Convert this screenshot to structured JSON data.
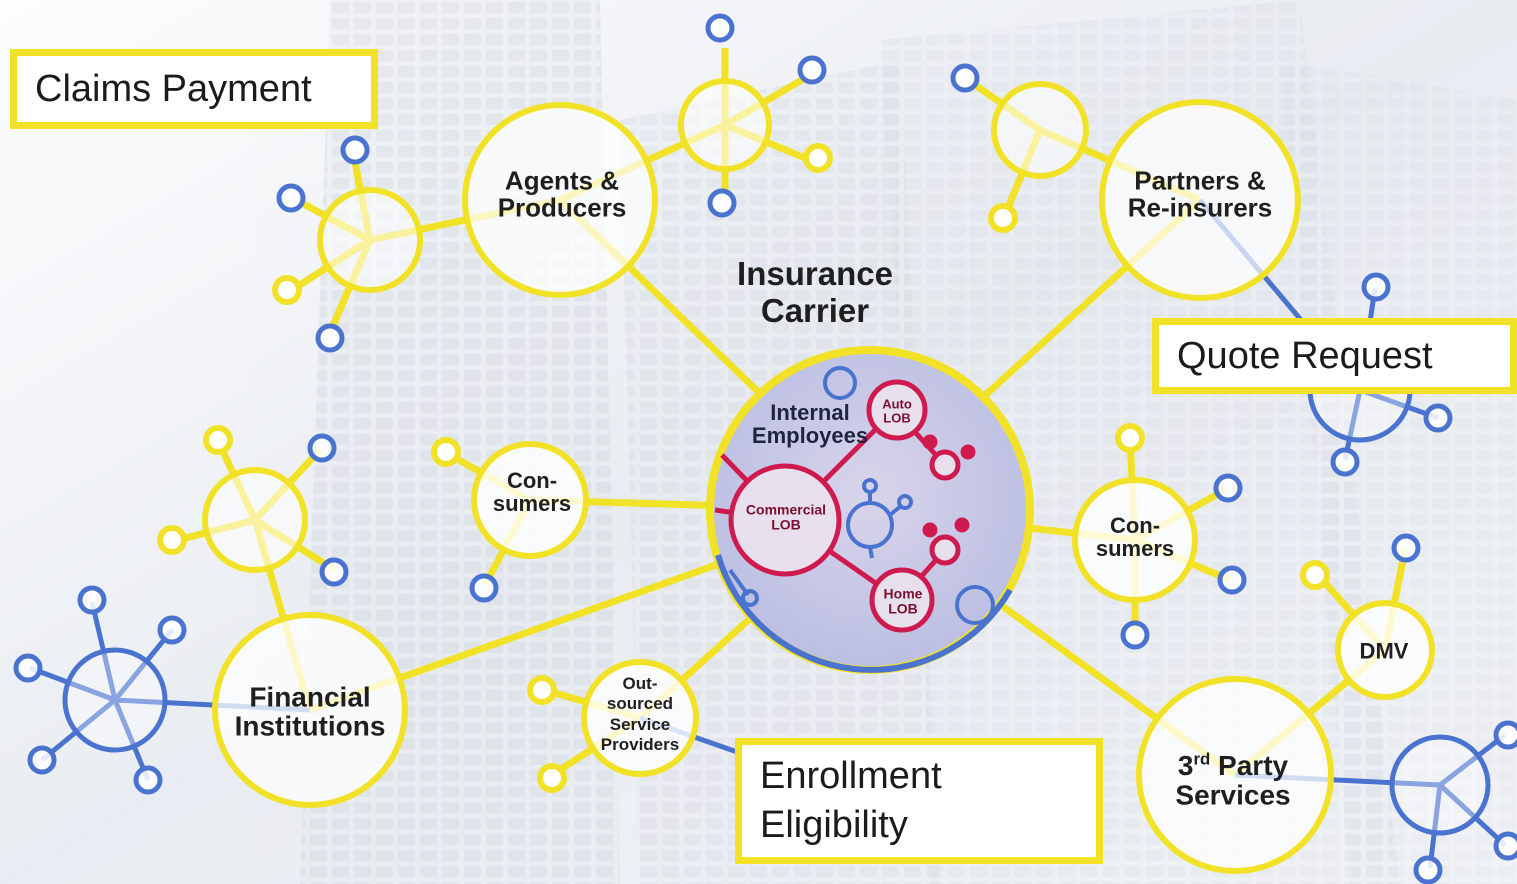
{
  "callouts": {
    "claims": "Claims Payment",
    "quote": "Quote Request",
    "enrollment_line1": "Enrollment",
    "enrollment_line2": "Eligibility"
  },
  "hub": {
    "title_line1": "Insurance",
    "title_line2": "Carrier",
    "internal_line1": "Internal",
    "internal_line2": "Employees",
    "auto_line1": "Auto",
    "auto_line2": "LOB",
    "commercial_line1": "Commercial",
    "commercial_line2": "LOB",
    "home_line1": "Home",
    "home_line2": "LOB"
  },
  "nodes": {
    "agents_line1": "Agents &",
    "agents_line2": "Producers",
    "partners_line1": "Partners &",
    "partners_line2": "Re-insurers",
    "consumers_left_line1": "Con-",
    "consumers_left_line2": "sumers",
    "consumers_right_line1": "Con-",
    "consumers_right_line2": "sumers",
    "financial_line1": "Financial",
    "financial_line2": "Institutions",
    "outsourced_line1": "Out-",
    "outsourced_line2": "sourced",
    "outsourced_line3": "Service",
    "outsourced_line4": "Providers",
    "third_party_prefix": "3",
    "third_party_sup": "rd",
    "third_party_line1_rest": " Party",
    "third_party_line2": "Services",
    "dmv": "DMV"
  },
  "colors": {
    "yellow": "#f2e227",
    "blue": "#4a73cf",
    "red": "#cf1a4f",
    "hub_fill": "#c9cbe8"
  }
}
